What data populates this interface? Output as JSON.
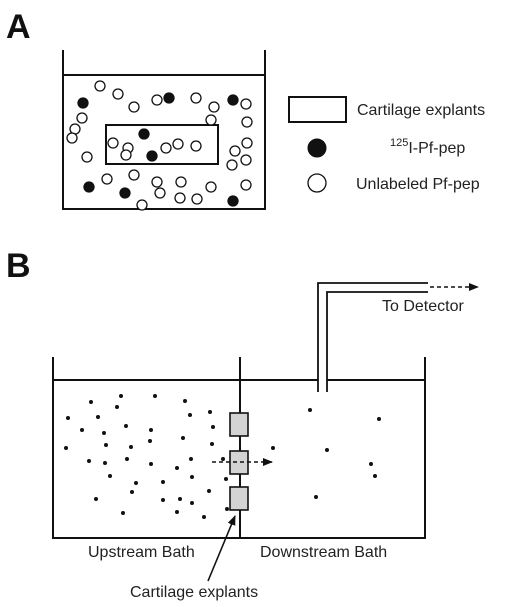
{
  "panel_a": {
    "letter": "A",
    "legend": {
      "explants": "Cartilage explants",
      "labeled_sup": "125",
      "labeled_text": "I-Pf-pep",
      "unlabeled": "Unlabeled Pf-pep"
    }
  },
  "panel_b": {
    "letter": "B",
    "to_detector": "To Detector",
    "upstream": "Upstream Bath",
    "downstream": "Downstream Bath",
    "explants_label": "Cartilage explants"
  }
}
